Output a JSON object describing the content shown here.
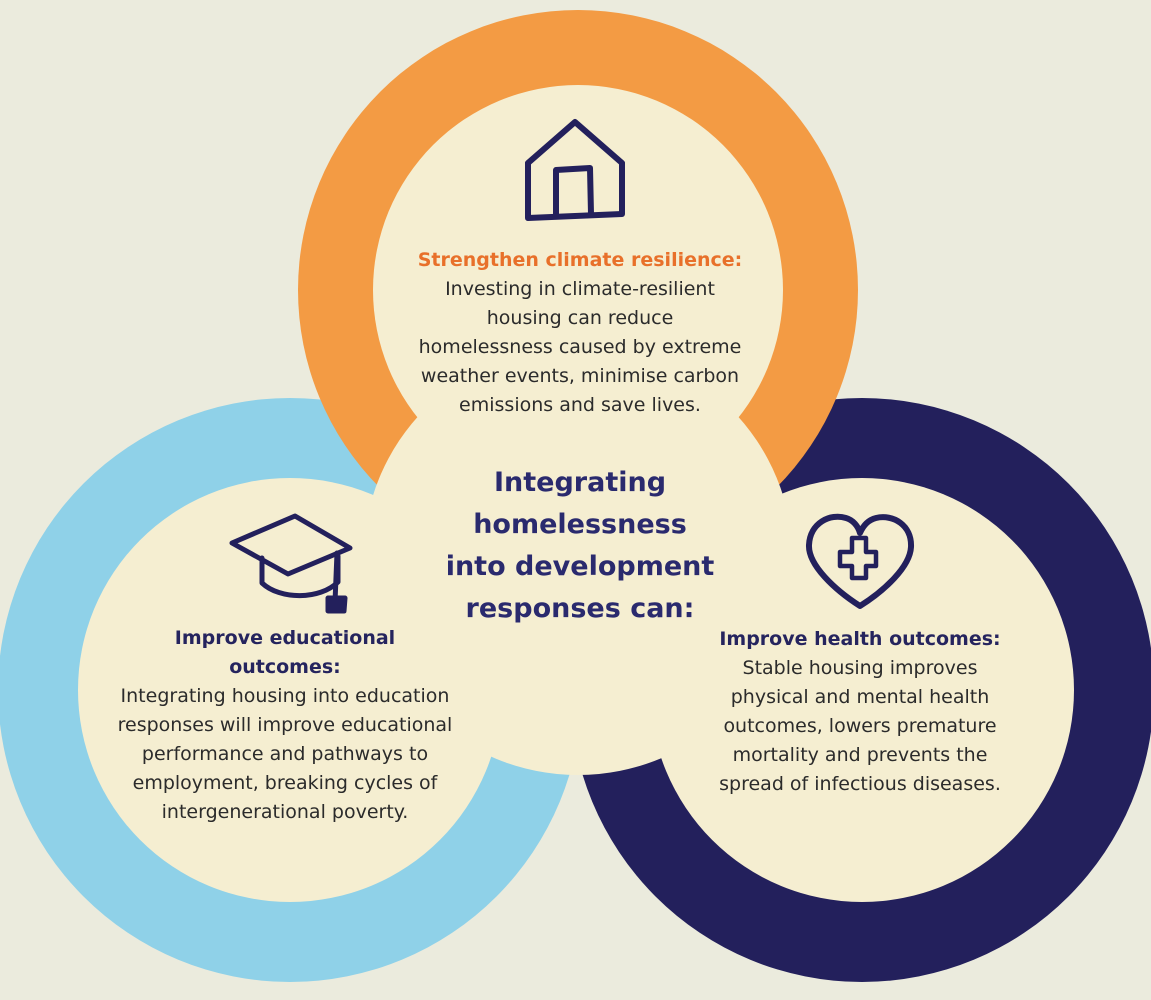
{
  "center": {
    "line1": "Integrating",
    "line2": "homelessness",
    "line3": "into development",
    "line4": "responses can:"
  },
  "top": {
    "heading": "Strengthen climate resilience:",
    "lines": [
      "Investing in climate-resilient",
      "housing can reduce",
      "homelessness caused by extreme",
      "weather events, minimise carbon",
      "emissions and save lives."
    ]
  },
  "left": {
    "heading_lines": [
      "Improve educational",
      "outcomes:"
    ],
    "lines": [
      "Integrating housing into education",
      "responses will improve educational",
      "performance and pathways to",
      "employment, breaking cycles of",
      "intergenerational poverty."
    ]
  },
  "right": {
    "heading": "Improve health outcomes:",
    "lines": [
      "Stable housing improves",
      "physical and mental health",
      "outcomes, lowers premature",
      "mortality and prevents the",
      "spread of infectious diseases."
    ]
  },
  "colors": {
    "background": "#ebebdd",
    "fill": "#f5eed1",
    "orange_ring": "#f39b44",
    "blue_ring": "#8fd1e8",
    "navy_ring": "#23205c",
    "icon": "#23205c"
  },
  "icons": {
    "top": "house-icon",
    "left": "graduation-cap-icon",
    "right": "heart-cross-icon"
  }
}
